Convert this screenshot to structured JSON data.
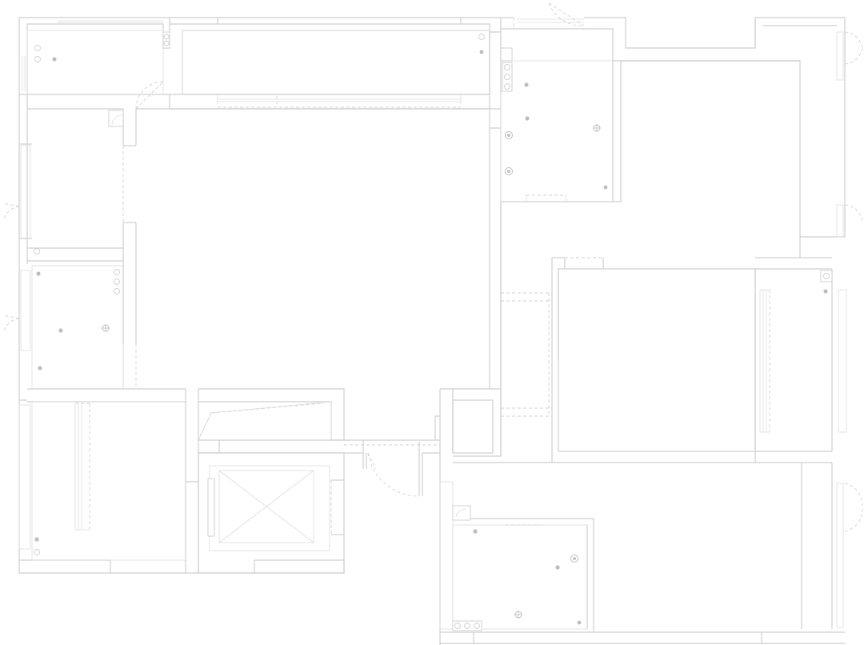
{
  "drawing": {
    "kind": "architectural floor plan",
    "line_color": "#cfcfcf",
    "background": "#ffffff",
    "fixture_symbols": [
      "ceiling-light-dot",
      "downlight-ring",
      "exhaust-fan-cross"
    ]
  }
}
